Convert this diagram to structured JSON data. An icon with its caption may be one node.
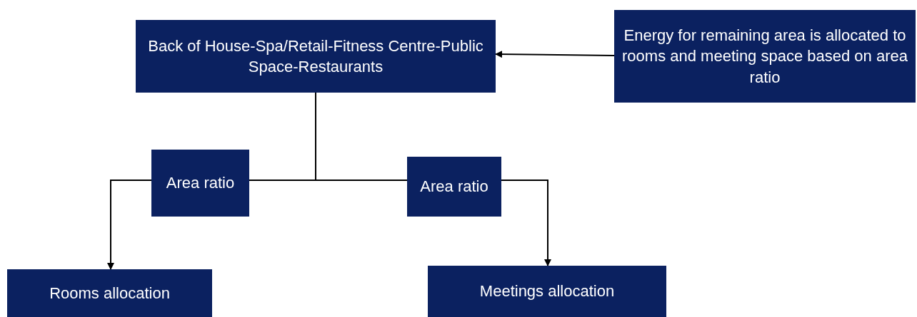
{
  "diagram": {
    "nodes": [
      {
        "text": [
          "Back of House-Spa/Retail-Fitness Centre-Public Space-Restaurants"
        ]
      },
      {
        "text": [
          "Energy for remaining area is allocated to rooms and meeting space based on area ratio"
        ]
      },
      {
        "text": [
          "Area ratio"
        ]
      },
      {
        "text": [
          "Area ratio"
        ]
      },
      {
        "text": [
          "Rooms allocation"
        ]
      },
      {
        "text": [
          "Meetings allocation"
        ]
      }
    ],
    "edges": [
      {
        "from": 1,
        "to": 0,
        "arrow": "to"
      },
      {
        "from": 0,
        "to": 2,
        "arrow": "none"
      },
      {
        "from": 0,
        "to": 3,
        "arrow": "none"
      },
      {
        "from": 2,
        "to": 4,
        "arrow": "to"
      },
      {
        "from": 3,
        "to": 5,
        "arrow": "to"
      }
    ]
  }
}
